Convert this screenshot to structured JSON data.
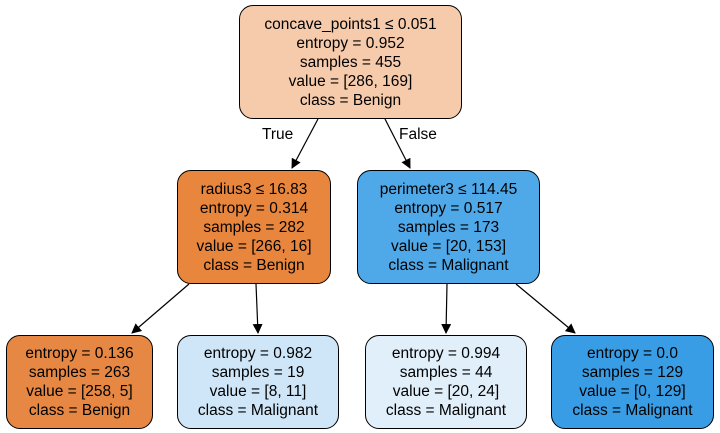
{
  "colors": {
    "node_0": "#f6cbac",
    "node_1": "#e9863e",
    "node_2": "#4fa8e8",
    "node_3": "#e68743",
    "node_4": "#cfe6f8",
    "node_5": "#e1effb",
    "node_6": "#399de5",
    "edge": "#000000"
  },
  "edges": {
    "true_label": "True",
    "false_label": "False"
  },
  "nodes": [
    {
      "lines": [
        "concave_points1 ≤ 0.051",
        "entropy = 0.952",
        "samples = 455",
        "value = [286, 169]",
        "class = Benign"
      ]
    },
    {
      "lines": [
        "radius3 ≤ 16.83",
        "entropy = 0.314",
        "samples = 282",
        "value = [266, 16]",
        "class = Benign"
      ]
    },
    {
      "lines": [
        "perimeter3 ≤ 114.45",
        "entropy = 0.517",
        "samples = 173",
        "value = [20, 153]",
        "class = Malignant"
      ]
    },
    {
      "lines": [
        "entropy = 0.136",
        "samples = 263",
        "value = [258, 5]",
        "class = Benign"
      ]
    },
    {
      "lines": [
        "entropy = 0.982",
        "samples = 19",
        "value = [8, 11]",
        "class = Malignant"
      ]
    },
    {
      "lines": [
        "entropy = 0.994",
        "samples = 44",
        "value = [20, 24]",
        "class = Malignant"
      ]
    },
    {
      "lines": [
        "entropy = 0.0",
        "samples = 129",
        "value = [0, 129]",
        "class = Malignant"
      ]
    }
  ]
}
